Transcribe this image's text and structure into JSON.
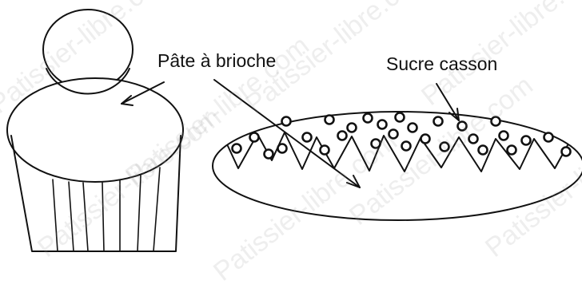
{
  "labels": {
    "pate_a_brioche": "Pâte à brioche",
    "sucre_casson": "Sucre casson"
  },
  "watermark": {
    "text": "Patissier-libre.com"
  },
  "colors": {
    "ink": "#111111",
    "watermark": "#969696"
  }
}
